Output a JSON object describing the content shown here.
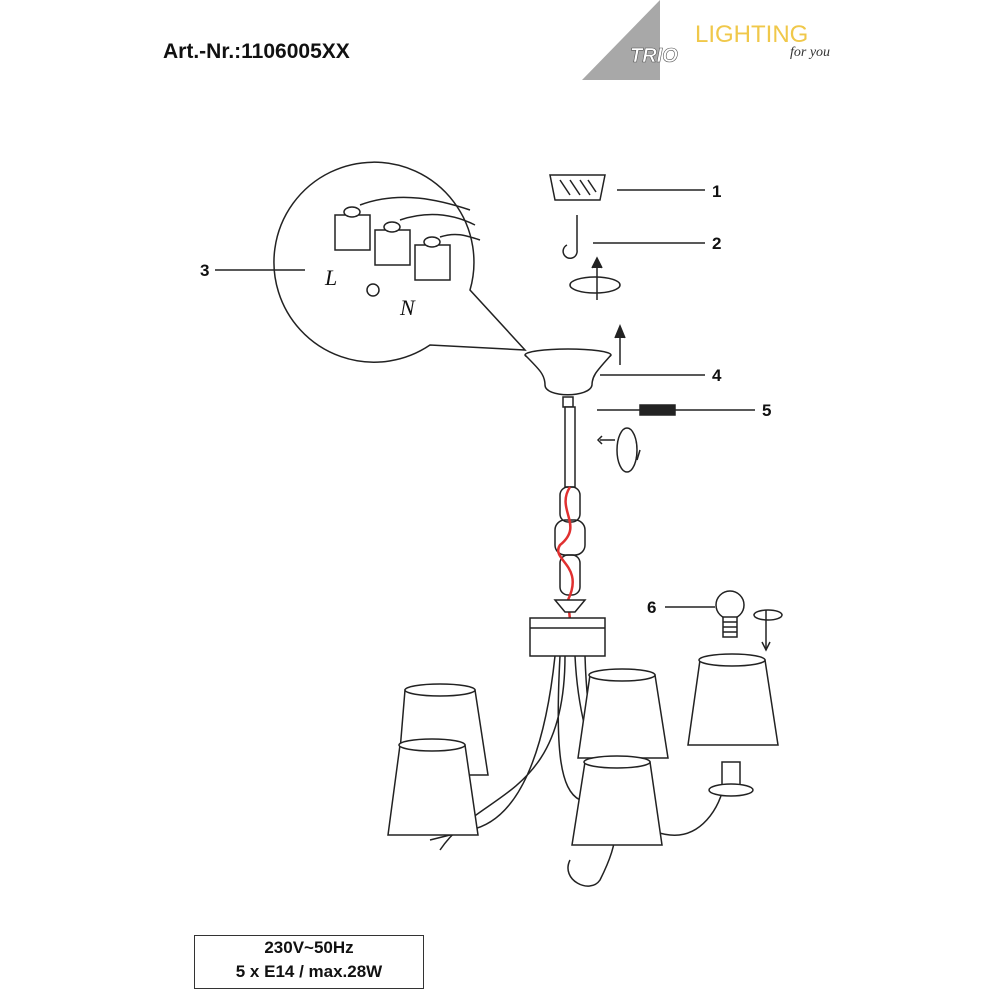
{
  "header": {
    "article_number": "Art.-Nr.:1106005XX"
  },
  "logo": {
    "brand": "TRIO",
    "tagline": "LIGHTING",
    "subtagline": "for you",
    "brand_color": "#a8a8a8",
    "tagline_color": "#f0c84a"
  },
  "diagram": {
    "labels": [
      "1",
      "2",
      "3",
      "4",
      "5",
      "6"
    ],
    "terminal_labels": {
      "live": "L",
      "neutral": "N"
    },
    "wire_color": "#e03030"
  },
  "spec": {
    "voltage": "230V~50Hz",
    "bulbs": "5 x E14 / max.28W"
  }
}
